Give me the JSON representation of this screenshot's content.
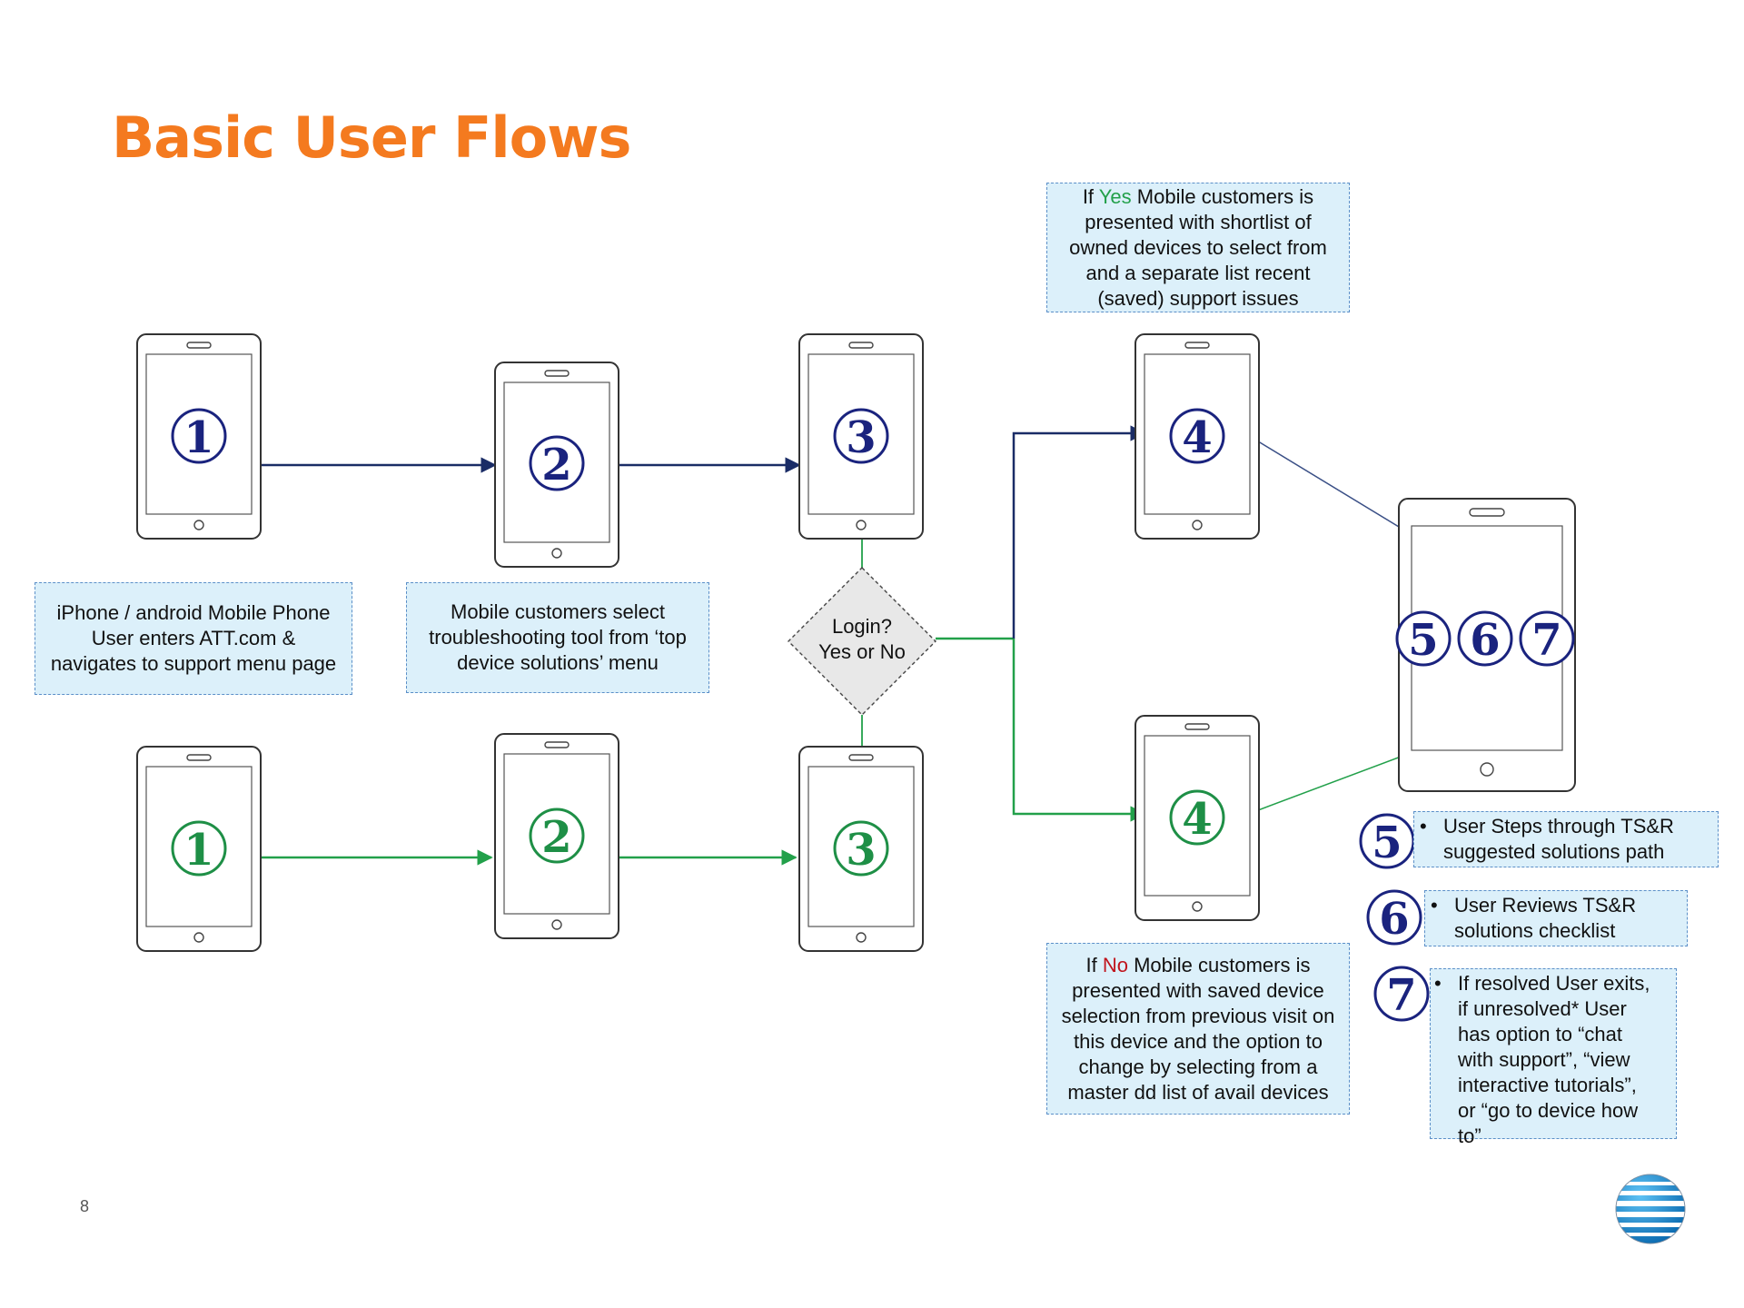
{
  "slide": {
    "title": "Basic User Flows",
    "page_number": "8"
  },
  "colors": {
    "title": "#f47a1f",
    "flow_navy": "#1a2c66",
    "flow_green": "#22a04a",
    "step_navy": "#1a237e",
    "step_green": "#1e8f46",
    "note_bg": "#dcf0fa",
    "note_border": "#5b8fc8"
  },
  "steps": {
    "s1": "1",
    "s2": "2",
    "s3": "3",
    "s4": "4",
    "s5": "5",
    "s6": "6",
    "s7": "7"
  },
  "decision": {
    "line1": "Login?",
    "line2": "Yes or No"
  },
  "notes": {
    "step1": {
      "line1": "iPhone / android Mobile Phone",
      "line2": "User enters ATT.com &",
      "line3": "navigates to support menu page"
    },
    "step2": {
      "line1": "Mobile customers select",
      "line2": "troubleshooting tool from ‘top",
      "line3": "device solutions’ menu"
    },
    "yes_branch": {
      "prefix": "If ",
      "keyword": "Yes",
      "line1_rest": " Mobile customers is",
      "line2": "presented with shortlist of",
      "line3": "owned devices to select from",
      "line4": "and a separate list recent",
      "line5": "(saved) support issues"
    },
    "no_branch": {
      "prefix": "If ",
      "keyword": "No",
      "line1_rest": " Mobile customers is",
      "line2": "presented with saved device",
      "line3": "selection from previous visit on",
      "line4": "this device and the option to",
      "line5": "change by selecting from a",
      "line6": "master dd list of avail devices"
    },
    "step5": {
      "bullet": "•",
      "line1": "User Steps through TS&R",
      "line2": "suggested solutions path"
    },
    "step6": {
      "bullet": "•",
      "line1": "User Reviews TS&R",
      "line2": "solutions checklist"
    },
    "step7": {
      "bullet": "•",
      "line1": "If resolved User exits,",
      "line2": "if unresolved* User",
      "line3": "has option to “chat",
      "line4": "with support”, “view",
      "line5": "interactive tutorials”,",
      "line6": "or “go to device how",
      "line7": "to”"
    }
  },
  "logo_icon": "att-globe-icon"
}
